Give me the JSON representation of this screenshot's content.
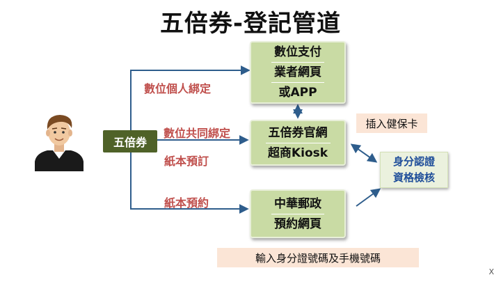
{
  "title": "五倍券-登記管道",
  "source": {
    "label": "五倍券"
  },
  "channels": [
    {
      "label": "數位個人綁定"
    },
    {
      "label": "數位共同綁定"
    },
    {
      "label": "紙本預訂"
    },
    {
      "label": "紙本預約"
    }
  ],
  "destinations": {
    "digital_pay": [
      "數位支付",
      "業者網頁",
      "或APP"
    ],
    "official": [
      "五倍券官網",
      "超商Kiosk"
    ],
    "post": [
      "中華郵政",
      "預約網頁"
    ]
  },
  "notes": {
    "health_card": "插入健保卡",
    "input_id_phone": "輸入身分證號碼及手機號碼"
  },
  "verify": [
    "身分認證",
    "資格檢核"
  ],
  "corner_mark": "X",
  "colors": {
    "dark_green": "#4f6228",
    "light_green": "#c9dba4",
    "channel_red": "#c0504d",
    "arrow_blue": "#2e5d8c",
    "verify_text_blue": "#1f4e9a",
    "peach_note": "#fbe5d6"
  }
}
